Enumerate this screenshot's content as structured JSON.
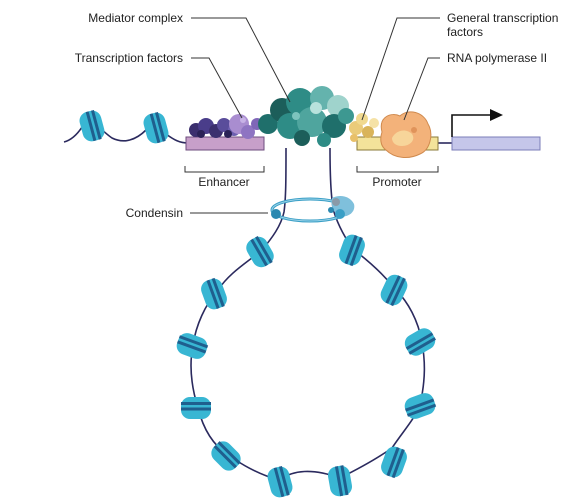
{
  "labels": {
    "mediator": "Mediator complex",
    "tf": "Transcription factors",
    "gtf_line1": "General transcription",
    "gtf_line2": "factors",
    "rnapol": "RNA polymerase II",
    "enhancer": "Enhancer",
    "promoter": "Promoter",
    "condensin": "Condensin"
  },
  "colors": {
    "dna": "#2b2a5e",
    "nucleosome": "#38b6d3",
    "nucleosome_band": "#1f5f8e",
    "enhancer": "#c79fc9",
    "promoter": "#f3e39a",
    "gene_body": "#c5c6ea",
    "mediator": "#2e8c86",
    "tf": "#5a4d9b",
    "gtf": "#eacb7a",
    "rnapol": "#f3b27a",
    "condensin": "#3a9fc6"
  }
}
